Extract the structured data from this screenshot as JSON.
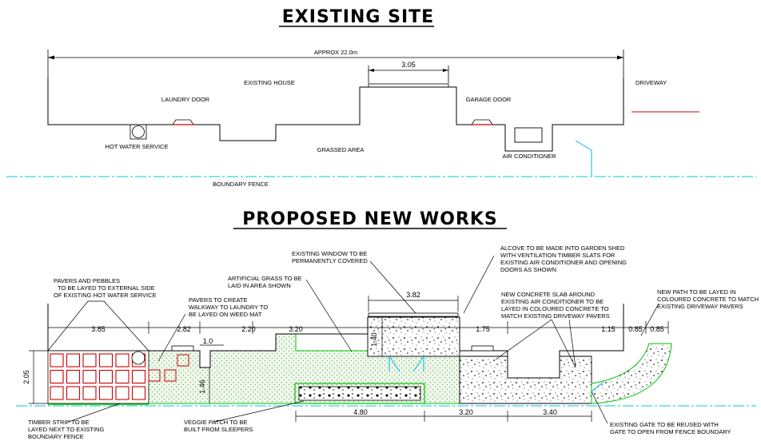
{
  "titles": {
    "existing": "EXISTING SITE",
    "proposed": "PROPOSED NEW WORKS"
  },
  "existing": {
    "overall_dim": "APPROX 22.0m",
    "window_dim": "3.05",
    "labels": {
      "existing_house": "EXISTING HOUSE",
      "driveway": "DRIVEWAY",
      "laundry_door": "LAUNDRY DOOR",
      "garage_door": "GARAGE DOOR",
      "hot_water": "HOT WATER SERVICE",
      "grassed_area": "GRASSED AREA",
      "air_conditioner": "AIR CONDITIONER",
      "boundary_fence": "BOUNDARY FENCE"
    }
  },
  "proposed": {
    "notes": {
      "pavers_pebbles": [
        "PAVERS AND PEBBLES",
        "TO BE LAYED TO EXTERNAL SIDE",
        "OF EXISTING HOT WATER SERVICE"
      ],
      "pavers_walkway": [
        "PAVERS TO CREATE",
        "WALKWAY TO LAUNDRY TO",
        "BE LAYED ON WEED MAT"
      ],
      "artificial_grass": [
        "ARTIFICIAL GRASS TO BE",
        "LAID IN AREA SHOWN"
      ],
      "existing_window": [
        "EXISTING WINDOW TO BE",
        "PERMANENTLY COVERED"
      ],
      "alcove": [
        "ALCOVE TO BE MADE INTO GARDEN SHED",
        "WITH VENTILATION TIMBER SLATS FOR",
        "EXISTING AIR CONDITIONER AND OPENING",
        "DOORS AS SHOWN"
      ],
      "concrete_slab": [
        "NEW CONCRETE SLAB AROUND",
        "EXISTING AIR CONDITIONER TO BE",
        "LAYED IN COLOURED CONCRETE TO",
        "MATCH EXISTING DRIVEWAY PAVERS"
      ],
      "new_path": [
        "NEW PATH TO BE LAYED IN",
        "COLOURED CONCRETE TO MATCH",
        "EXISTING DRIVEWAY PAVERS"
      ],
      "timber_strip": [
        "TIMBER STRIP TO BE",
        "LAYED NEXT TO EXISTING",
        "BOUNDARY FENCE"
      ],
      "veggie_patch": [
        "VEGGIE PATCH TO BE",
        "BUILT FROM SLEEPERS"
      ],
      "existing_gate": [
        "EXISTING GATE TO BE REUSED WITH",
        "GATE TO OPEN FROM FENCE BOUNDARY"
      ]
    },
    "dims": {
      "d385": "3.85",
      "d282": "2.82",
      "d220": "2.20",
      "d320a": "3.20",
      "d382": "3.82",
      "d175": "1.75",
      "d115": "1.15",
      "d085a": "0.85",
      "d085b": "0.85",
      "d10": "1.0",
      "d140": "1.40",
      "d146": "1.46",
      "d205": "2.05",
      "d480": "4.80",
      "d320b": "3.20",
      "d340": "3.40"
    }
  },
  "colors": {
    "line": "#000000",
    "fence": "#00c8d8",
    "grass": "#00c000",
    "grass_fill": "#eef7ea",
    "red": "#cc0000",
    "gate": "#00b8e0"
  }
}
